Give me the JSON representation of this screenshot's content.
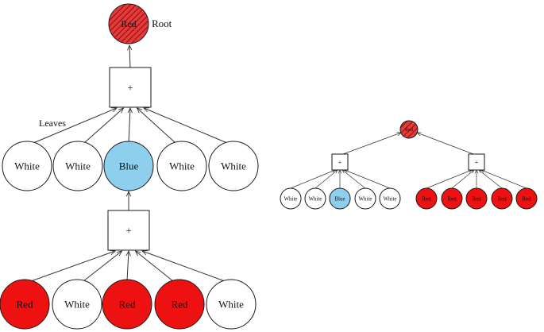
{
  "colors": {
    "red": "#ee1111",
    "red_hatch_bg": "#e43a3a",
    "red_hatch_line": "#8a0d0d",
    "blue": "#8fcfee",
    "white": "#ffffff",
    "stroke": "#1a1a1a",
    "edge": "#333333"
  },
  "labels": {
    "root": "Root",
    "leaves": "Leaves"
  },
  "large_tree": {
    "root": {
      "label": "Red",
      "style": "red-hatched"
    },
    "top_operator": "+",
    "top_children": [
      {
        "label": "White",
        "style": "white"
      },
      {
        "label": "White",
        "style": "white"
      },
      {
        "label": "Blue",
        "style": "blue"
      },
      {
        "label": "White",
        "style": "white"
      },
      {
        "label": "White",
        "style": "white"
      }
    ],
    "sub_operator": "+",
    "sub_children": [
      {
        "label": "Red",
        "style": "red"
      },
      {
        "label": "White",
        "style": "white"
      },
      {
        "label": "Red",
        "style": "red"
      },
      {
        "label": "Red",
        "style": "red"
      },
      {
        "label": "White",
        "style": "white"
      }
    ]
  },
  "small_tree": {
    "root": {
      "label": "Red",
      "style": "red-hatched"
    },
    "left_operator": "+",
    "right_operator": "+",
    "left_children": [
      {
        "label": "White",
        "style": "white"
      },
      {
        "label": "White",
        "style": "white"
      },
      {
        "label": "Blue",
        "style": "blue"
      },
      {
        "label": "White",
        "style": "white"
      },
      {
        "label": "White",
        "style": "white"
      }
    ],
    "right_children": [
      {
        "label": "Red",
        "style": "red"
      },
      {
        "label": "Red",
        "style": "red"
      },
      {
        "label": "Red",
        "style": "red"
      },
      {
        "label": "Red",
        "style": "red"
      },
      {
        "label": "Red",
        "style": "red"
      }
    ]
  }
}
